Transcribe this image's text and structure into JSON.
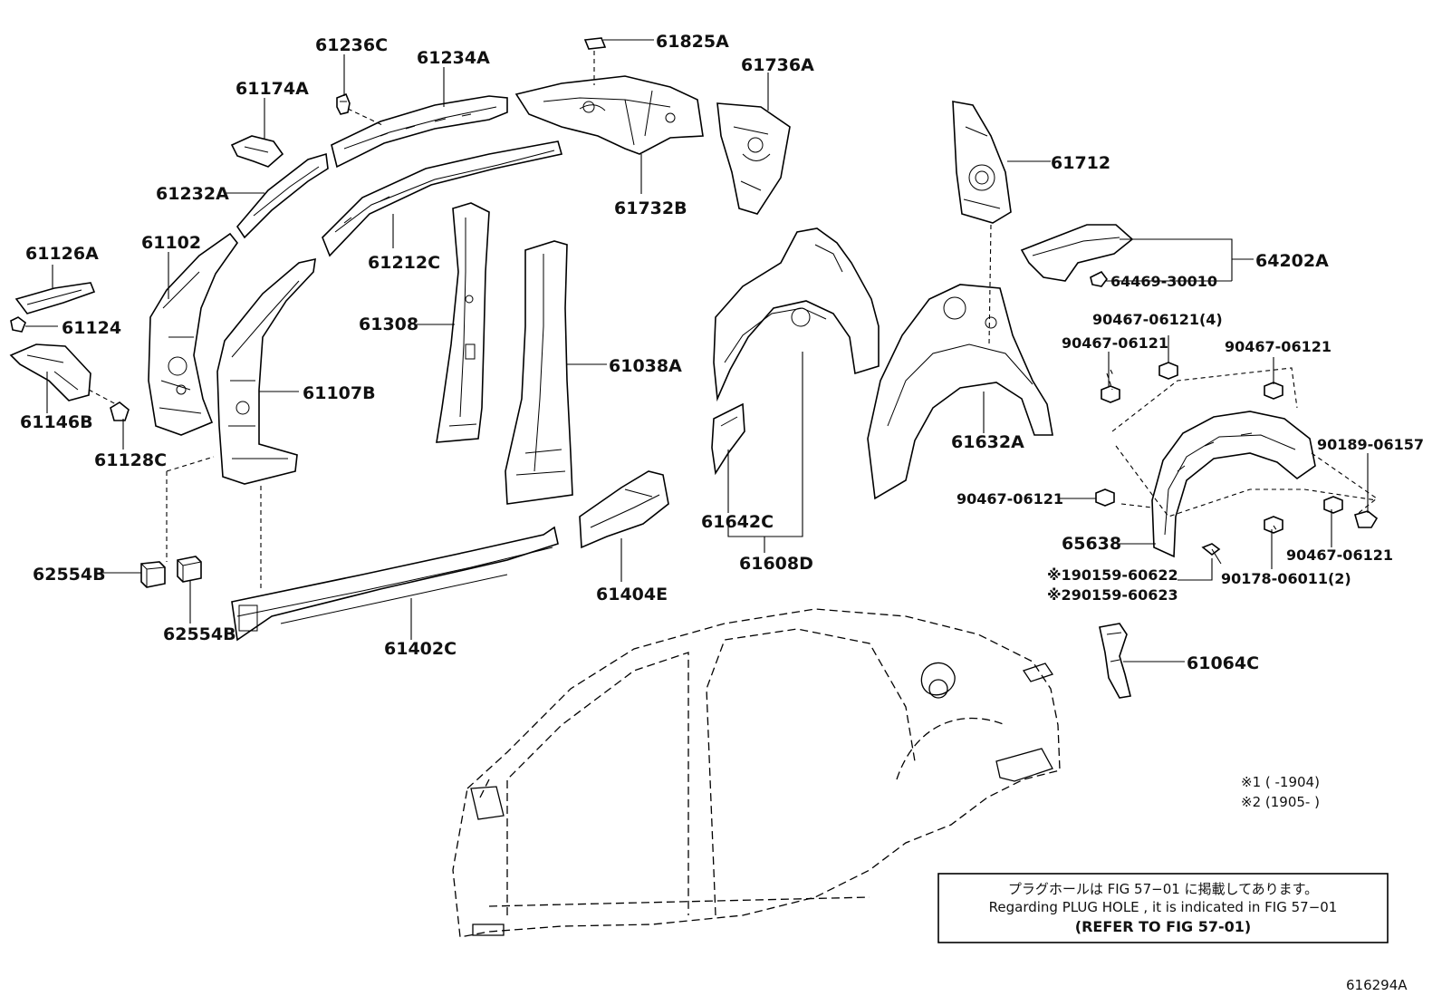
{
  "labels": {
    "p61236C": "61236C",
    "p61234A": "61234A",
    "p61825A": "61825A",
    "p61736A": "61736A",
    "p61174A": "61174A",
    "p61712": "61712",
    "p61232A": "61232A",
    "p61732B": "61732B",
    "p61102": "61102",
    "p61212C": "61212C",
    "p61126A": "61126A",
    "p64202A": "64202A",
    "p64469": "64469-30010",
    "p61124": "61124",
    "p61308": "61308",
    "p90467_4": "90467-06121(4)",
    "p90467_a": "90467-06121",
    "p90467_b": "90467-06121",
    "p61038A": "61038A",
    "p61146B": "61146B",
    "p61107B": "61107B",
    "p61632A": "61632A",
    "p90189": "90189-06157",
    "p61128C": "61128C",
    "p90467_c": "90467-06121",
    "p61642C": "61642C",
    "p65638": "65638",
    "p90467_d": "90467-06121",
    "p62554B_1": "62554B",
    "p61608D": "61608D",
    "p90159_1": "※190159-60622",
    "p90178": "90178-06011(2)",
    "p90159_2": "※290159-60623",
    "p61404E": "61404E",
    "p62554B_2": "62554B",
    "p61064C": "61064C",
    "p61402C": "61402C"
  },
  "footnotes": {
    "n1": "※1 (        -1904)",
    "n2": "※2 (1905-        )"
  },
  "notice": {
    "line1": "プラグホールは FIG  57−01 に掲載してあります。",
    "line2": "Regarding  PLUG  HOLE , it is indicated in  FIG  57−01",
    "line3": "(REFER TO FIG 57-01)"
  },
  "figure_code": "616294A"
}
